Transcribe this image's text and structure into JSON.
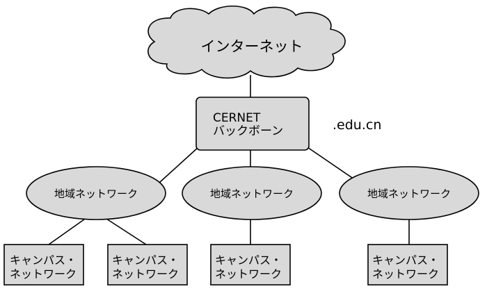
{
  "internet": {
    "label": "インターネット"
  },
  "backbone": {
    "line1": "CERNET",
    "line2": "バックボーン"
  },
  "domain_label": ".edu.cn",
  "regional_networks": [
    {
      "label": "地域ネットワーク"
    },
    {
      "label": "地域ネットワーク"
    },
    {
      "label": "地域ネットワーク"
    }
  ],
  "campus_networks": [
    {
      "line1": "キャンパス・",
      "line2": "ネットワーク"
    },
    {
      "line1": "キャンパス・",
      "line2": "ネットワーク"
    },
    {
      "line1": "キャンパス・",
      "line2": "ネットワーク"
    },
    {
      "line1": "キャンパス・",
      "line2": "ネットワーク"
    }
  ],
  "colors": {
    "node_fill": "#d9d9d9",
    "stroke": "#000000"
  }
}
